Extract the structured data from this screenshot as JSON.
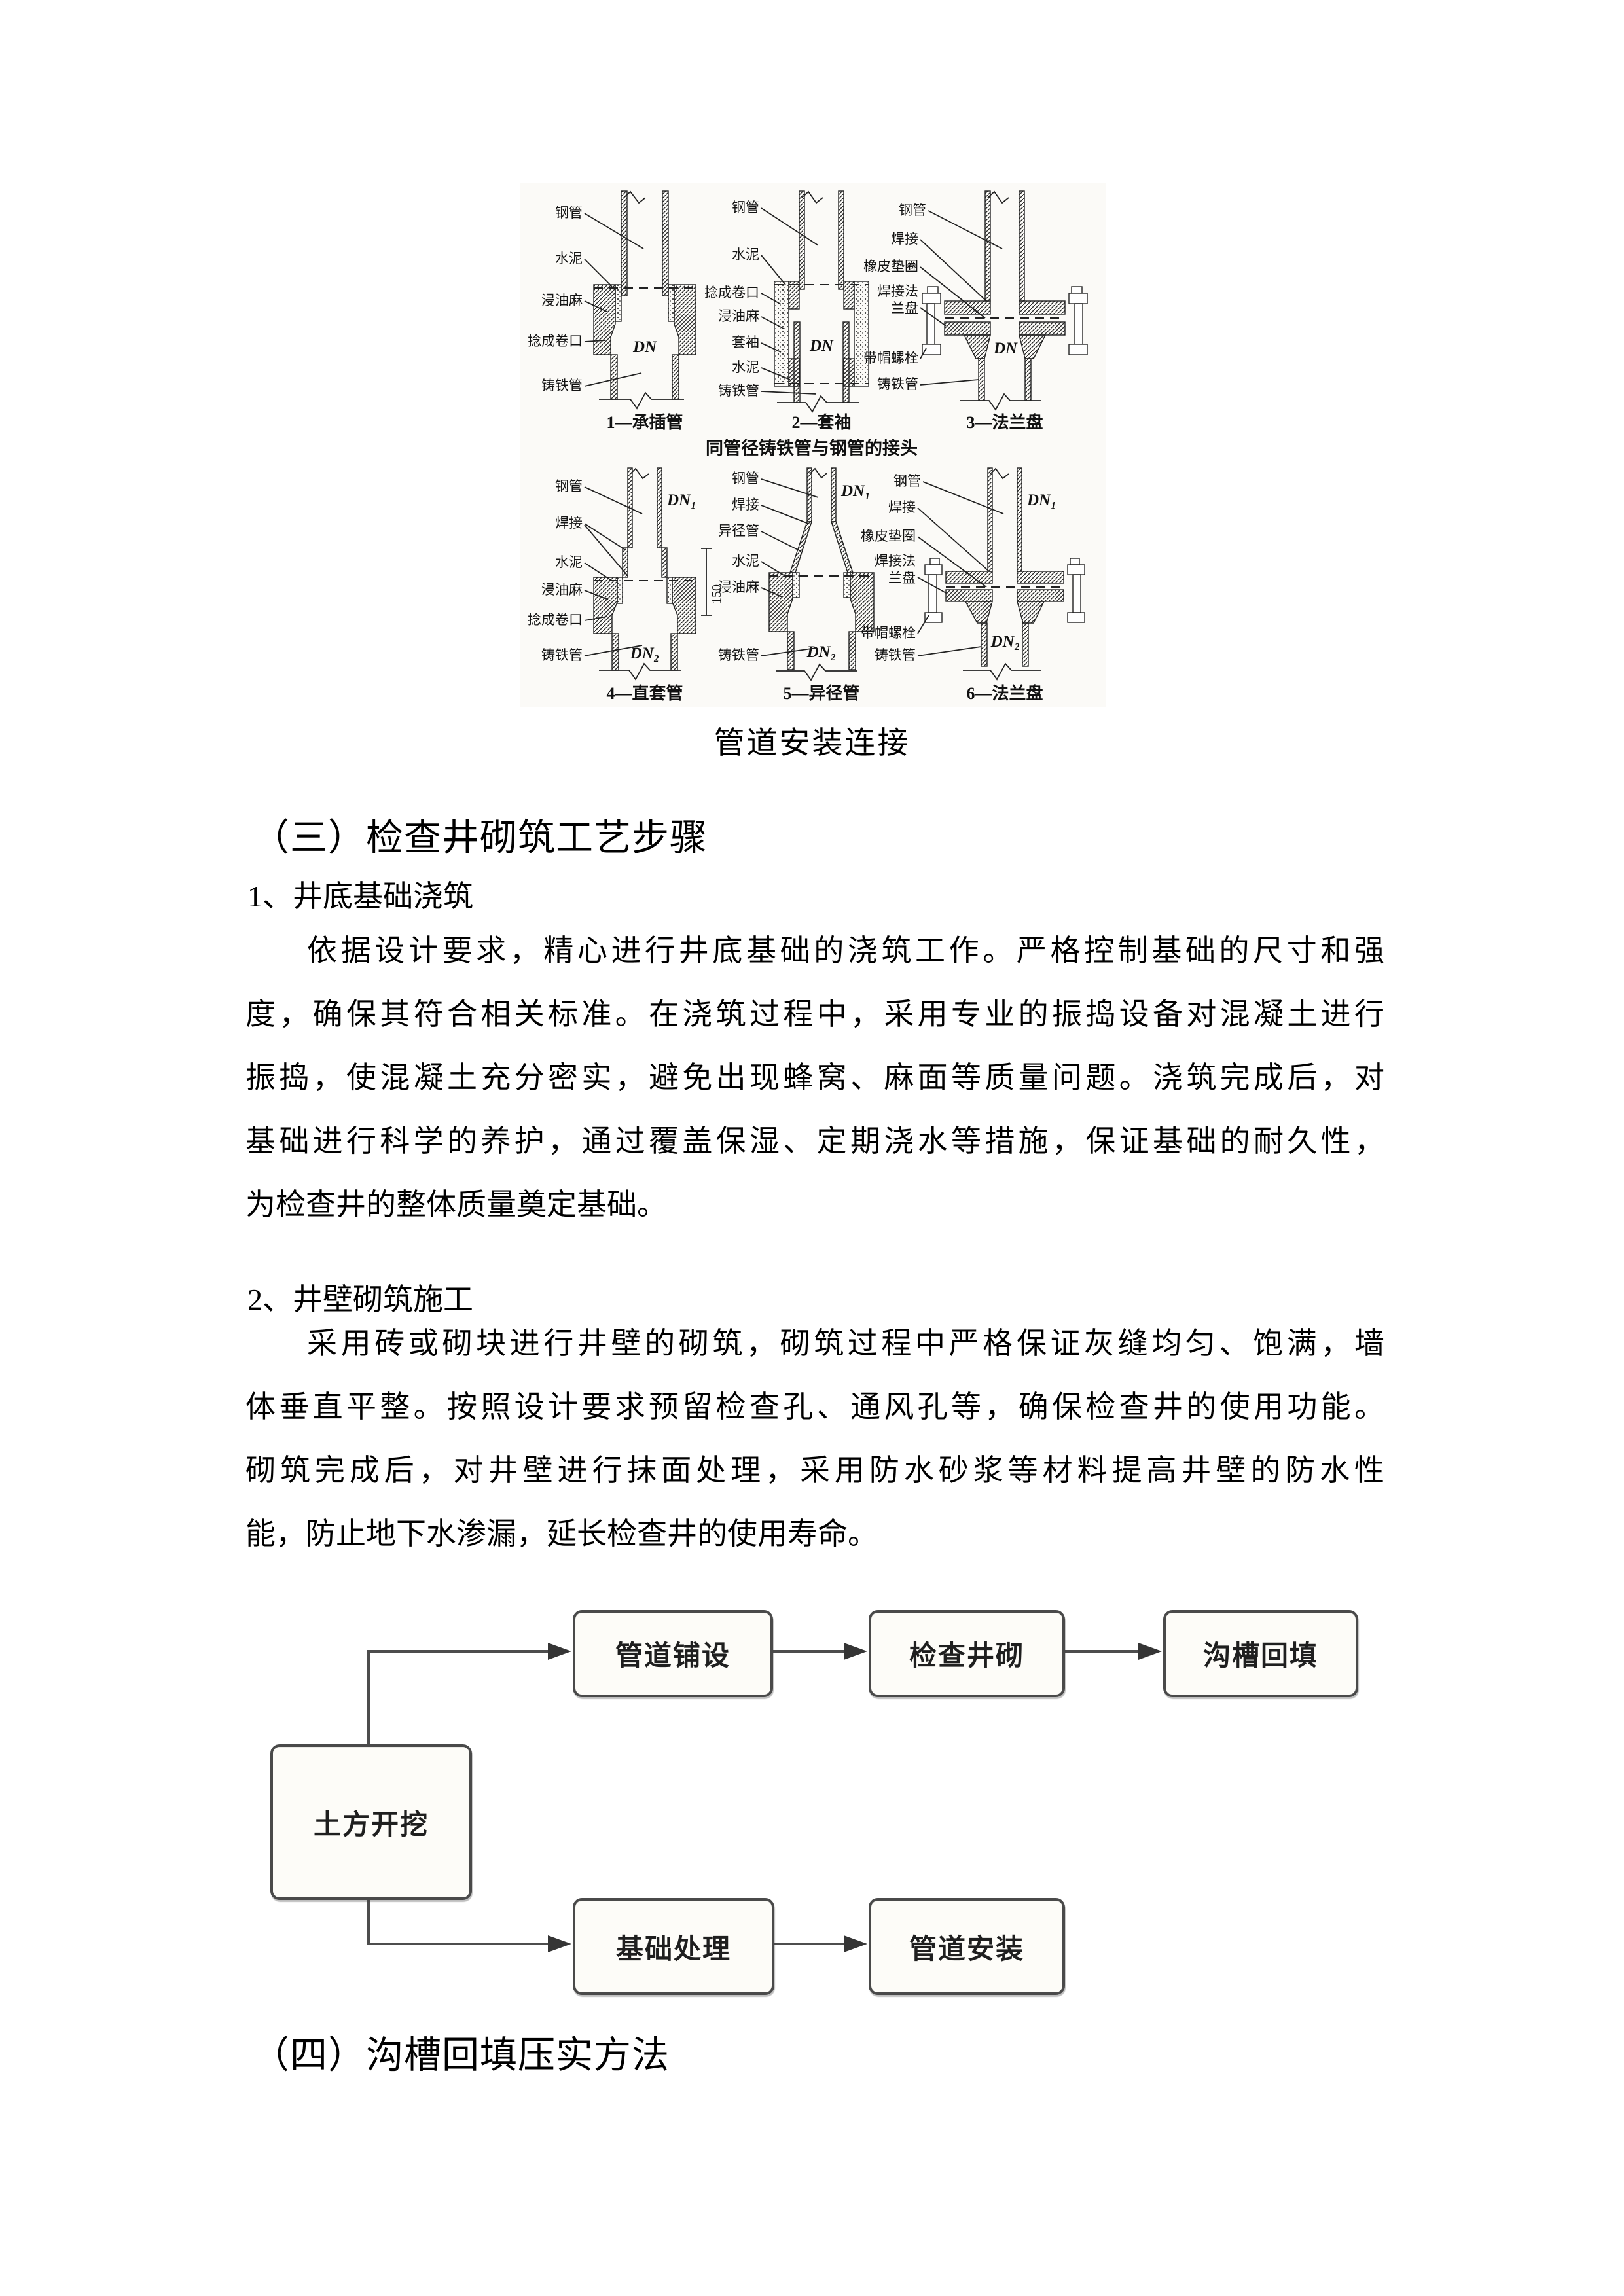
{
  "document": {
    "figure_caption": "管道安装连接",
    "heading_3": "（三）检查井砌筑工艺步骤",
    "sub_1": "1、井底基础浇筑",
    "para_1_lines": [
      "依据设计要求，精心进行井底基础的浇筑工作。严格控制基础的尺寸和强",
      "度，确保其符合相关标准。在浇筑过程中，采用专业的振捣设备对混凝土进行",
      "振捣，使混凝土充分密实，避免出现蜂窝、麻面等质量问题。浇筑完成后，对",
      "基础进行科学的养护，通过覆盖保湿、定期浇水等措施，保证基础的耐久性，",
      "为检查井的整体质量奠定基础。"
    ],
    "sub_2": "2、井壁砌筑施工",
    "para_2_lines": [
      "采用砖或砌块进行井壁的砌筑，砌筑过程中严格保证灰缝均匀、饱满，墙",
      "体垂直平整。按照设计要求预留检查孔、通风孔等，确保检查井的使用功能。",
      "砌筑完成后，对井壁进行抹面处理，采用防水砂浆等材料提高井壁的防水性",
      "能，防止地下水渗漏，延长检查井的使用寿命。"
    ],
    "heading_4": "（四）沟槽回填压实方法"
  },
  "figure": {
    "group_title": "同管径铸铁管与钢管的接头",
    "dn": "DN",
    "dn1": "DN₁",
    "dn2": "DN₂",
    "dim_150": "150",
    "diagrams": [
      {
        "caption": "1—承插管",
        "labels": [
          "钢管",
          "水泥",
          "浸油麻",
          "捻成卷口",
          "铸铁管"
        ]
      },
      {
        "caption": "2—套袖",
        "labels": [
          "钢管",
          "水泥",
          "捻成卷口",
          "浸油麻",
          "套袖",
          "水泥",
          "铸铁管"
        ]
      },
      {
        "caption": "3—法兰盘",
        "labels": [
          "钢管",
          "焊接",
          "橡皮垫圈",
          "焊接法",
          "兰盘",
          "带帽螺栓",
          "铸铁管"
        ]
      },
      {
        "caption": "4—直套管",
        "labels": [
          "钢管",
          "焊接",
          "水泥",
          "浸油麻",
          "捻成卷口",
          "铸铁管"
        ]
      },
      {
        "caption": "5—异径管",
        "labels": [
          "钢管",
          "焊接",
          "异径管",
          "水泥",
          "浸油麻",
          "铸铁管"
        ]
      },
      {
        "caption": "6—法兰盘",
        "labels": [
          "钢管",
          "焊接",
          "橡皮垫圈",
          "焊接法",
          "兰盘",
          "带帽螺栓",
          "铸铁管"
        ]
      }
    ]
  },
  "flowchart": {
    "boxes": {
      "excavation": "土方开挖",
      "pipe_laying": "管道铺设",
      "manhole_masonry": "检查井砌",
      "trench_backfill": "沟槽回填",
      "foundation_treatment": "基础处理",
      "pipe_installation": "管道安装"
    },
    "line_color": "#4d4d4d",
    "box_fill": "#fdfcf8",
    "box_border": "#4a4a4a"
  }
}
